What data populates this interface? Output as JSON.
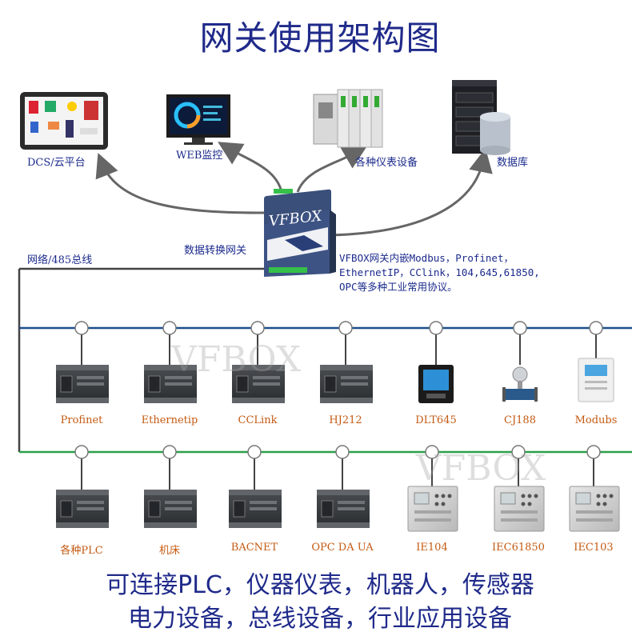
{
  "title": "网关使用架构图",
  "top_nodes": [
    {
      "label": "DCS/云平台",
      "icon": "tablet-hmi-icon"
    },
    {
      "label": "WEB监控",
      "icon": "monitor-icon"
    },
    {
      "label": "各种仪表设备",
      "icon": "io-module-icon"
    },
    {
      "label": "数据库",
      "icon": "server-database-icon"
    }
  ],
  "gateway": {
    "brand": "VFBOX",
    "label": "数据转换网关"
  },
  "bus_label": "网络/485总线",
  "description": [
    "VFBOX网关内嵌Modbus，Profinet，",
    "EthernetIP，CClink，104,645,61850,",
    "OPC等多种工业常用协议。"
  ],
  "row1": [
    "Profinet",
    "Ethernetip",
    "CCLink",
    "HJ212",
    "DLT645",
    "CJ188",
    "Modubs"
  ],
  "row2": [
    "各种PLC",
    "机床",
    "BACNET",
    "OPC DA UA",
    "IE104",
    "IEC61850",
    "IEC103"
  ],
  "watermark": "VFBOX",
  "bottom_lines": [
    "可连接PLC，仪器仪表，机器人，传感器",
    "电力设备，总线设备，行业应用设备"
  ],
  "colors": {
    "title": "#1f2a8a",
    "bus1": "#1f4e8c",
    "bus2": "#2aa04a",
    "label": "#c45a12",
    "arrow": "#666666"
  }
}
